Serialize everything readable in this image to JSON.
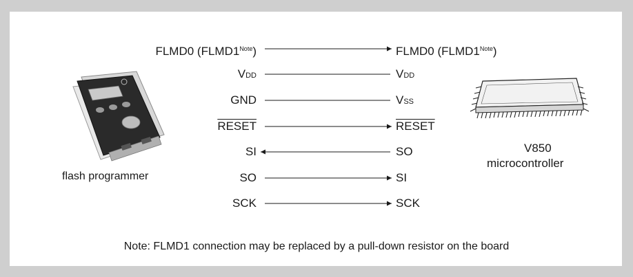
{
  "colors": {
    "frame": "#cfcfcf",
    "line": "#1a1a1a"
  },
  "signals": [
    {
      "left": "FLMD0 (FLMD1",
      "left_sup": "Note",
      "left_tail": ")",
      "right": "FLMD0 (FLMD1",
      "right_sup": "Note",
      "right_tail": ")",
      "direction": "right"
    },
    {
      "left_main": "V",
      "left_sub": "DD",
      "right_main": "V",
      "right_sub": "DD",
      "direction": "none"
    },
    {
      "left": "GND",
      "right_main": "V",
      "right_sub": "SS",
      "direction": "none"
    },
    {
      "left": "RESET",
      "right": "RESET",
      "overline": true,
      "direction": "right"
    },
    {
      "left": "SI",
      "right": "SO",
      "direction": "left"
    },
    {
      "left": "SO",
      "right": "SI",
      "direction": "right"
    },
    {
      "left": "SCK",
      "right": "SCK",
      "direction": "right"
    }
  ],
  "device_left": {
    "label": "flash programmer",
    "icon": "flash-programmer-icon"
  },
  "device_right": {
    "label_line1": "V850",
    "label_line2": "microcontroller",
    "icon": "microcontroller-chip-icon"
  },
  "note": "Note:  FLMD1 connection may be replaced by a pull-down resistor on the board"
}
